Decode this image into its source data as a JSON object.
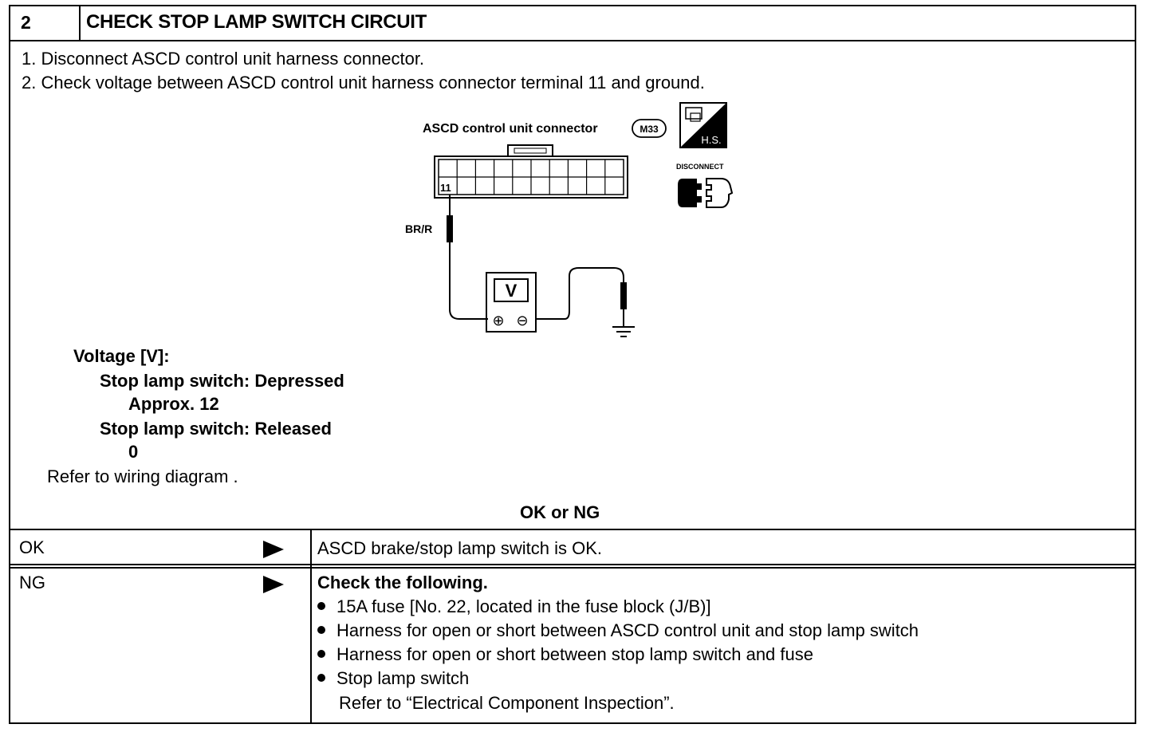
{
  "header": {
    "step_number": "2",
    "title": "CHECK STOP LAMP SWITCH CIRCUIT"
  },
  "procedure": {
    "steps": [
      "1.  Disconnect ASCD control unit harness connector.",
      "2.  Check voltage between ASCD control unit harness connector terminal 11 and ground."
    ]
  },
  "diagram": {
    "connector_label": "ASCD control unit connector",
    "connector_id": "M33",
    "terminal": "11",
    "wire_color": "BR/R",
    "meter_symbol": "V",
    "plus_symbol": "⊕",
    "minus_symbol": "⊖",
    "hs_label": "H.S.",
    "disconnect_label": "DISCONNECT"
  },
  "spec": {
    "heading": "Voltage [V]:",
    "condition_1": "Stop lamp switch: Depressed",
    "value_1": "Approx. 12",
    "condition_2": "Stop lamp switch: Released",
    "value_2": "0",
    "reference": "Refer to wiring diagram ."
  },
  "decision": {
    "label": "OK or NG"
  },
  "results": {
    "ok": {
      "label": "OK",
      "text": "ASCD brake/stop lamp switch is OK."
    },
    "ng": {
      "label": "NG",
      "heading": "Check the following.",
      "items": [
        "15A fuse [No. 22, located in the fuse block (J/B)]",
        "Harness for open or short between ASCD control unit and stop lamp switch",
        "Harness for open or short between stop lamp switch and fuse",
        "Stop lamp switch"
      ],
      "note": "Refer to “Electrical Component Inspection”."
    }
  }
}
